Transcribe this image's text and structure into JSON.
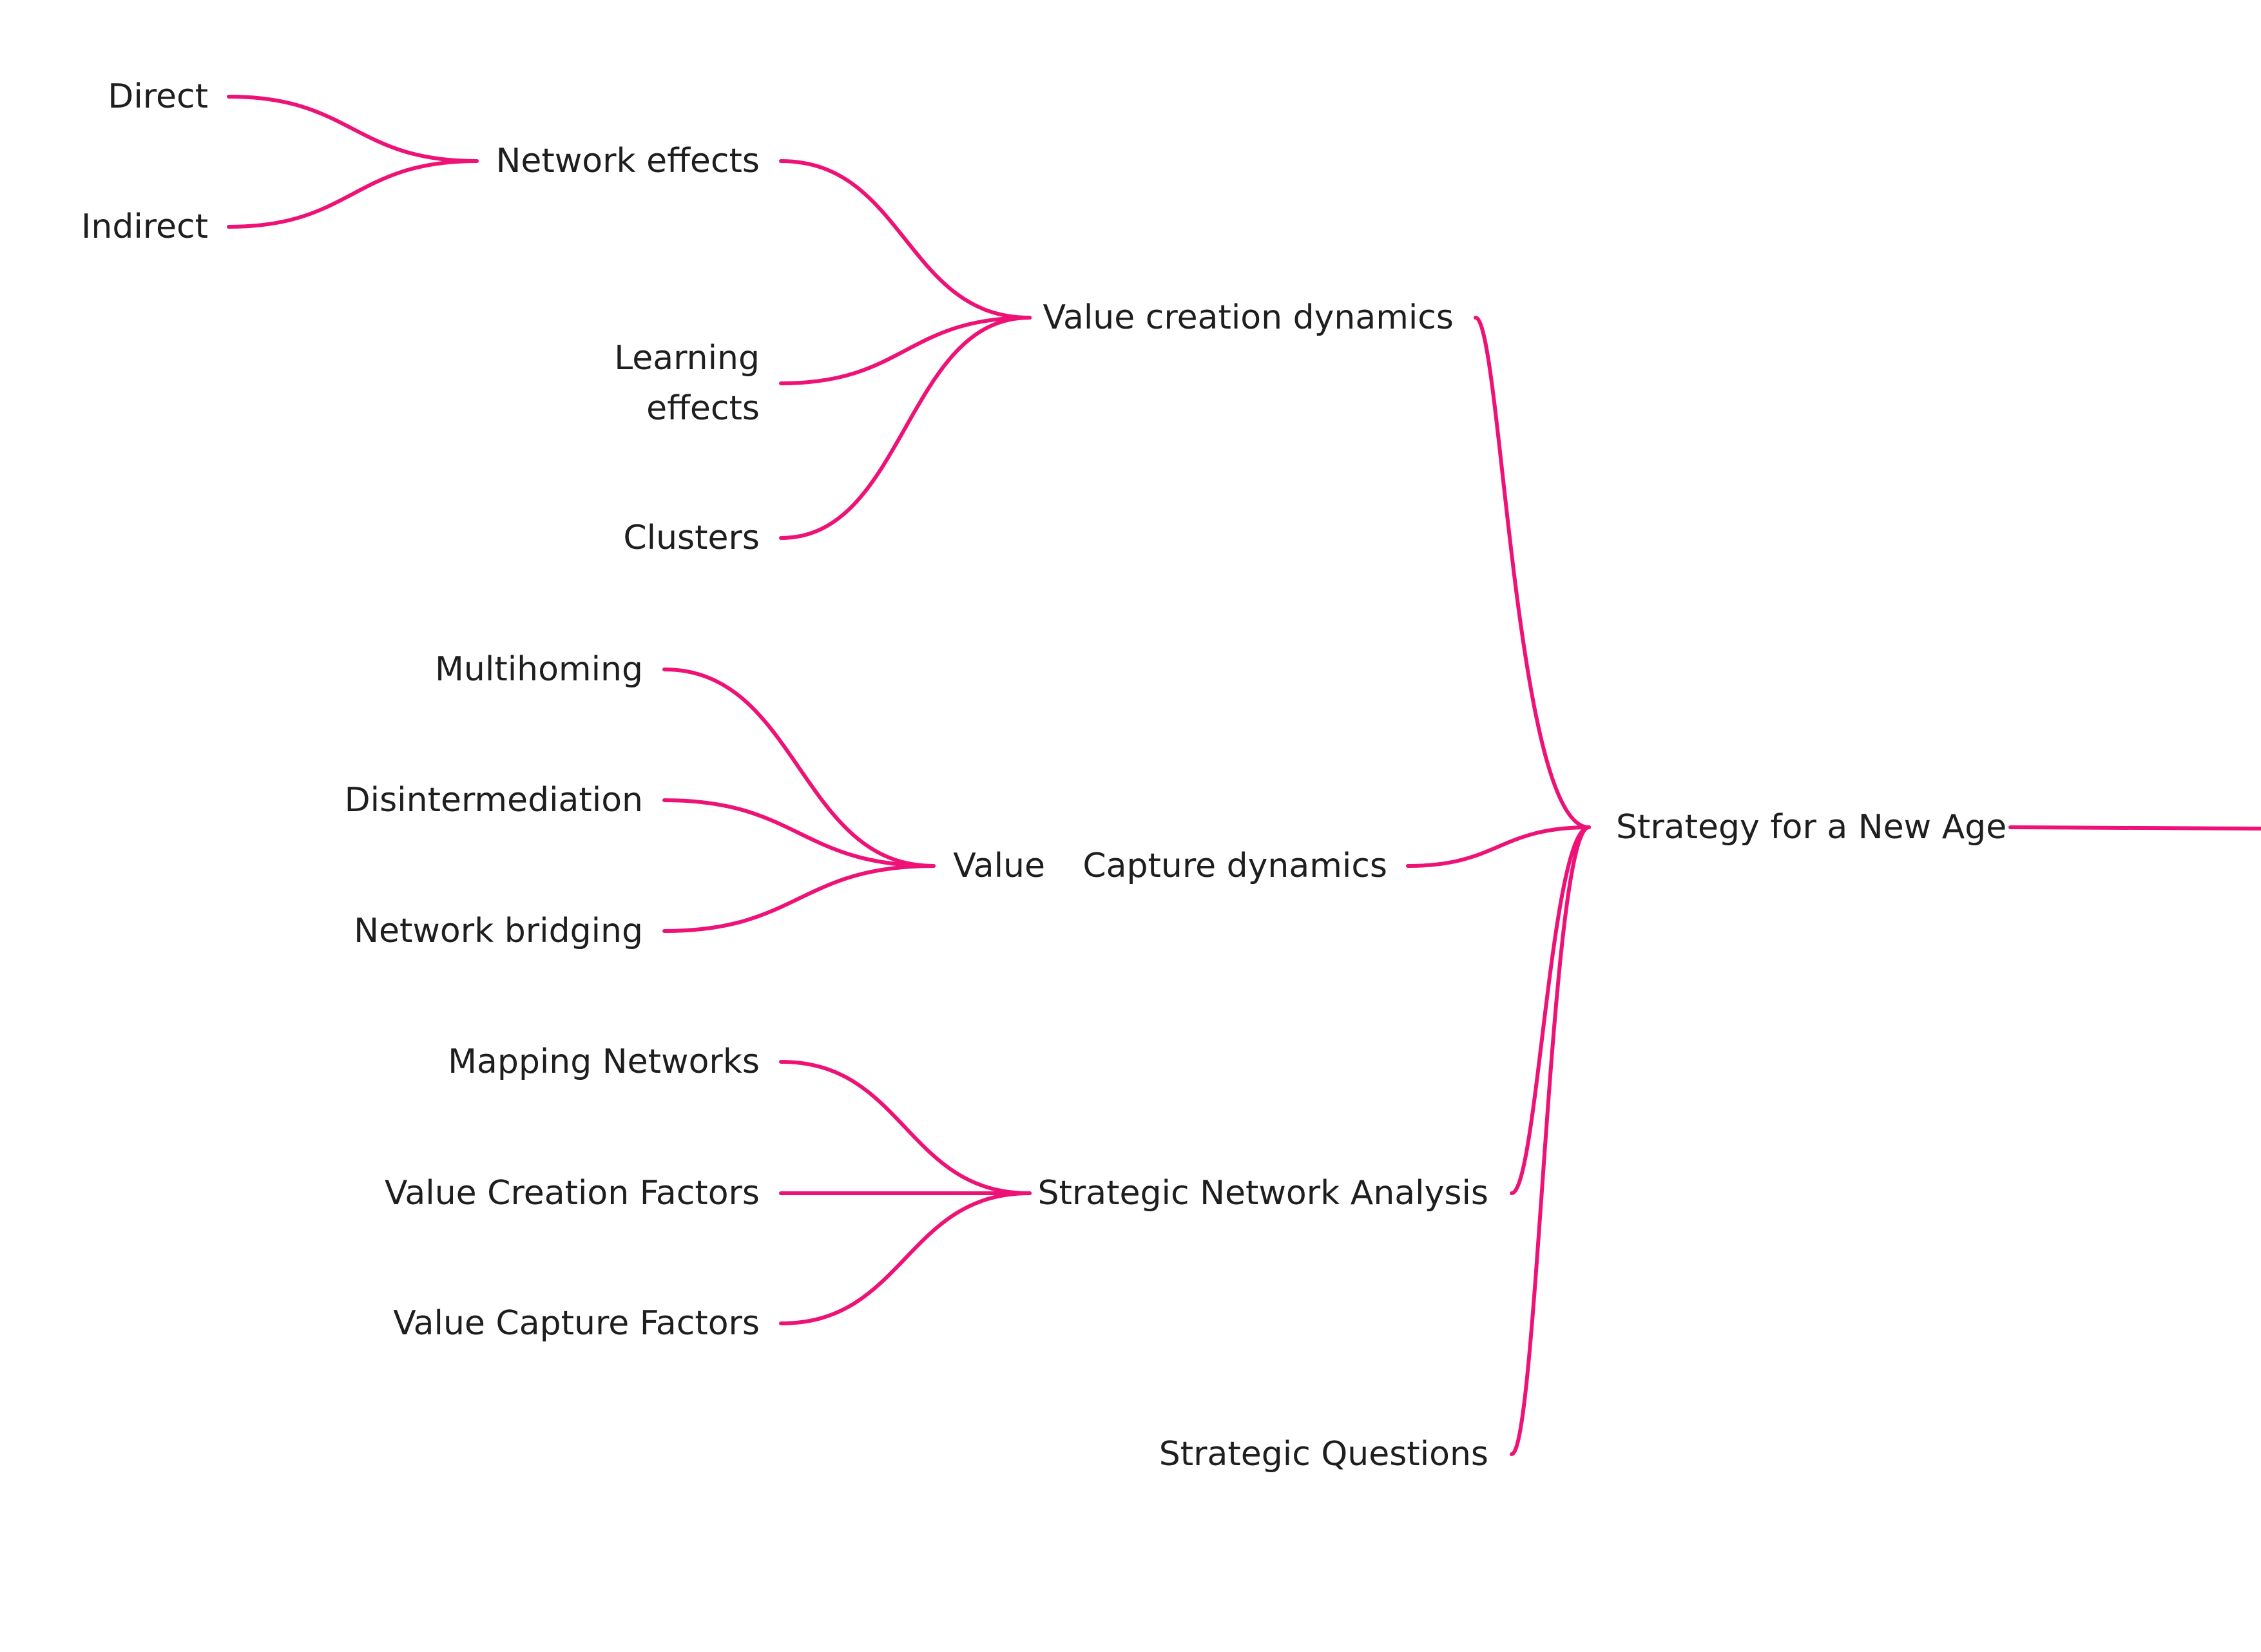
{
  "mindmap": {
    "line_color": "#ee1276",
    "text_color": "#1e1e1e",
    "root": {
      "label": "Strategy for a New Age"
    },
    "branches": {
      "value_creation": {
        "label": "Value creation dynamics",
        "network_effects": {
          "label": "Network effects",
          "direct": "Direct",
          "indirect": "Indirect"
        },
        "learning_effects_line1": "Learning",
        "learning_effects_line2": "effects",
        "clusters": "Clusters"
      },
      "capture": {
        "label": "Capture dynamics",
        "value": {
          "label": "Value",
          "multihoming": "Multihoming",
          "disintermediation": "Disintermediation",
          "network_bridging": "Network bridging"
        }
      },
      "analysis": {
        "label": "Strategic Network Analysis",
        "mapping_networks": "Mapping Networks",
        "value_creation_factors": "Value Creation Factors",
        "value_capture_factors": "Value Capture Factors"
      },
      "questions": {
        "label": "Strategic Questions"
      }
    }
  }
}
